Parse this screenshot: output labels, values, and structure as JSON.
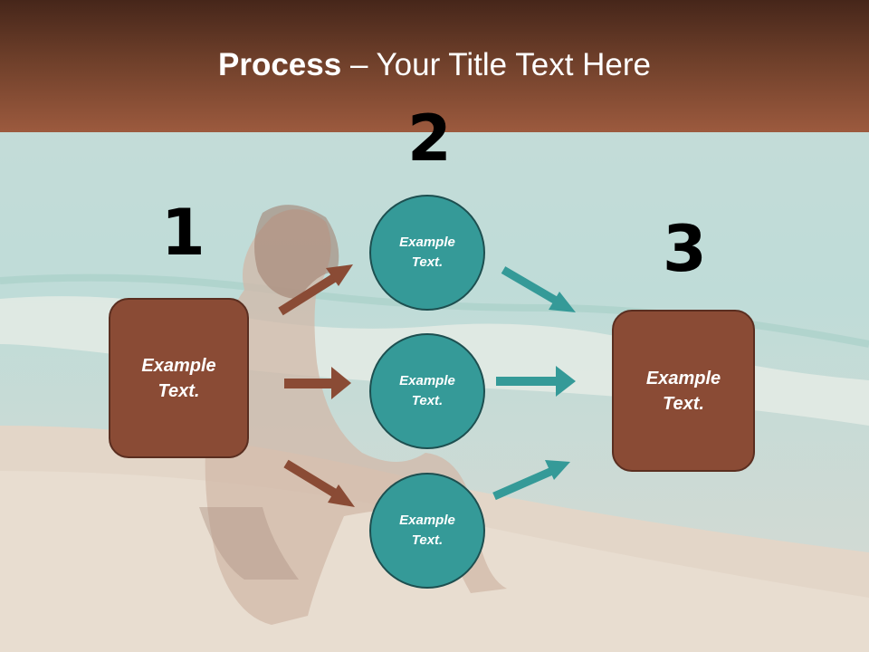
{
  "title": {
    "bold": "Process",
    "rest": " – Your Title Text Here"
  },
  "steps": {
    "one": "1",
    "two": "2",
    "three": "3"
  },
  "left_box": {
    "line1": "Example",
    "line2": "Text."
  },
  "circles": [
    {
      "line1": "Example",
      "line2": "Text."
    },
    {
      "line1": "Example",
      "line2": "Text."
    },
    {
      "line1": "Example",
      "line2": "Text."
    }
  ],
  "right_box": {
    "line1": "Example",
    "line2": "Text."
  },
  "colors": {
    "brown": "#8a4b35",
    "teal": "#359a98",
    "header_dark": "#46261a",
    "header_light": "#9c5a3e"
  }
}
